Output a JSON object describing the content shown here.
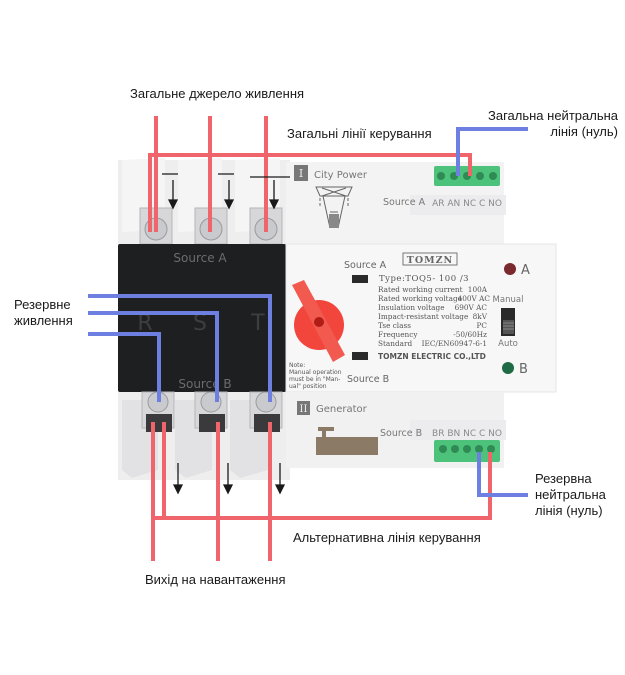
{
  "labels": {
    "main_power_source": "Загальне джерело живлення",
    "main_control_lines": "Загальні лінії керування",
    "main_neutral_line_1": "Загальна нейтральна",
    "main_neutral_line_2": "лінія (нуль)",
    "backup_power_1": "Резервне",
    "backup_power_2": "живлення",
    "backup_neutral_line_1": "Резервна",
    "backup_neutral_line_2": "нейтральна",
    "backup_neutral_line_3": "лінія (нуль)",
    "alt_control_line": "Альтернативна лінія керування",
    "load_output": "Вихід на навантаження"
  },
  "device": {
    "brand": "TOMZN",
    "type": "Type:TOQ5- 100 /3",
    "manufacturer": "TOMZN ELECTRIC CO.,LTD",
    "block_source_a": "Source A",
    "block_source_b": "Source B",
    "phases": [
      "R",
      "S",
      "T"
    ],
    "panel_a_numeral": "I",
    "panel_a_title": "City Power",
    "panel_a_source": "Source A",
    "panel_b_numeral": "II",
    "panel_b_title": "Generator",
    "panel_b_source": "Source B",
    "switch_source_a": "Source A",
    "switch_source_b": "Source B",
    "terminal_top": "AR AN NC C NO",
    "terminal_bottom": "BR BN NC C NO",
    "indicator_a": "A",
    "indicator_b": "B",
    "mode_manual": "Manual",
    "mode_auto": "Auto",
    "note_lines": [
      "Note:",
      "Manual operation",
      "must be in  \"Man-",
      "ual\"  position"
    ],
    "specs": [
      {
        "name": "Rated working current",
        "value": "100A"
      },
      {
        "name": "Rated working voltage",
        "value": "400V AC"
      },
      {
        "name": "Insulation voltage",
        "value": "690V AC"
      },
      {
        "name": "Impact-resistant voltage",
        "value": "8kV"
      },
      {
        "name": "Tse class",
        "value": "PC"
      },
      {
        "name": "Frequency",
        "value": "-50/60Hz"
      },
      {
        "name": "Standard",
        "value": "IEC/EN60947-6-1"
      }
    ]
  },
  "colors": {
    "phase_wire": "#f0656b",
    "neutral_wire": "#6d7fe0",
    "indicator_a": "#7a2a2e",
    "indicator_b": "#1f6b45",
    "knob": "#f2463c",
    "terminal_block": "#4cc27a",
    "black_block": "#1e1f21"
  }
}
